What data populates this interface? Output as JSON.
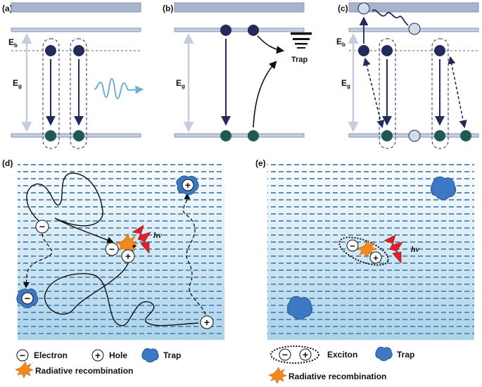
{
  "panels": {
    "a": {
      "label": "(a)",
      "eb": "E",
      "eb_sub": "b",
      "eg": "E",
      "eg_sub": "g"
    },
    "b": {
      "label": "(b)",
      "eg": "E",
      "eg_sub": "g",
      "trap": "Trap"
    },
    "c": {
      "label": "(c)",
      "eb": "E",
      "eb_sub": "b",
      "eg": "E",
      "eg_sub": "g"
    },
    "d": {
      "label": "(d)",
      "hv": "hv"
    },
    "e": {
      "label": "(e)",
      "hv": "hv"
    }
  },
  "symbols": {
    "minus": "−",
    "plus": "+"
  },
  "legend_d": {
    "electron": "Electron",
    "hole": "Hole",
    "trap": "Trap",
    "radiative": "Radiative recombination"
  },
  "legend_e": {
    "exciton": "Exciton",
    "trap": "Trap",
    "radiative": "Radiative recombination"
  },
  "colors": {
    "band": "#a9b3cb",
    "band_edge": "#8a95b2",
    "electron": "#232a5c",
    "hole": "#1f5a50",
    "empty_state": "#cfdcea",
    "wave": "#6fb1cf",
    "bg_top": "#ffffff",
    "bg_bottom": "#a9d2ea",
    "trap": "#3d78c4",
    "flash": "#e0202c",
    "star": "#f08a1c"
  }
}
